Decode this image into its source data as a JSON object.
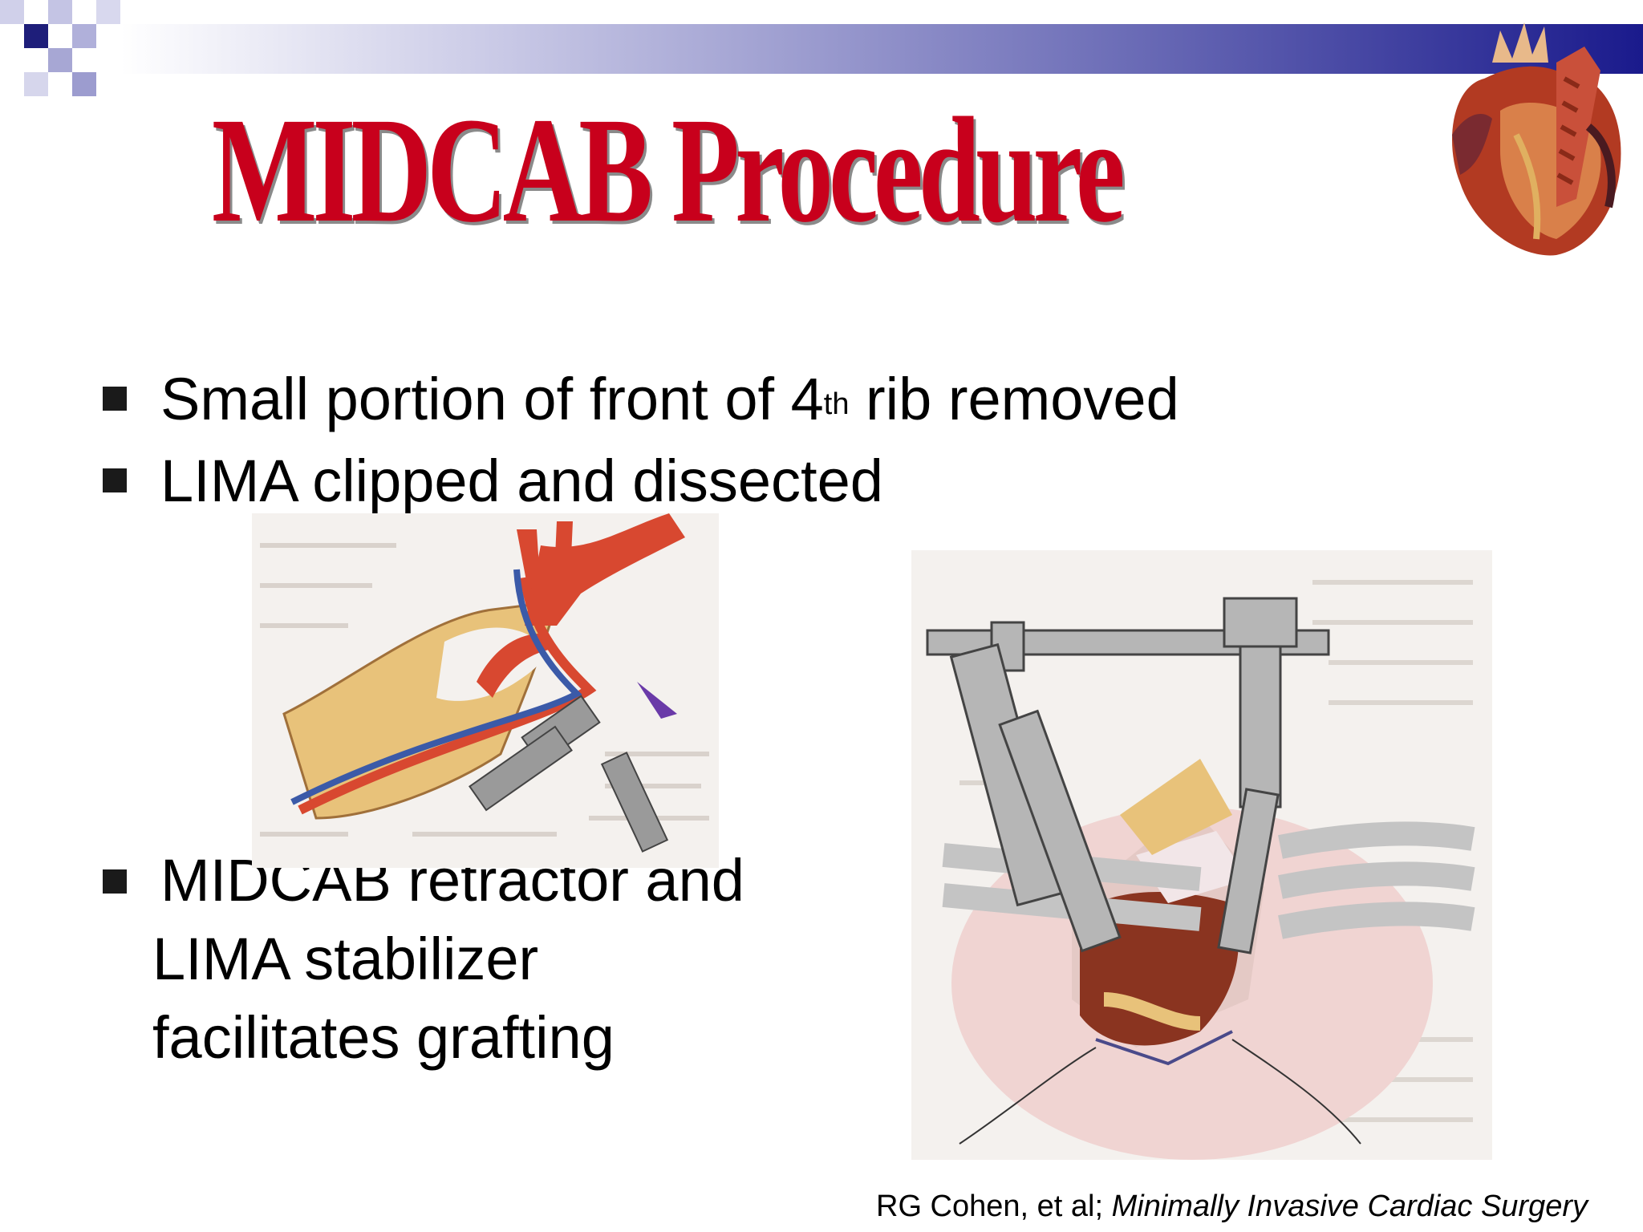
{
  "slide": {
    "title": "MIDCAB Procedure",
    "bullets": [
      {
        "text_before": "Small portion of front of 4",
        "superscript": "th",
        "text_after": " rib removed"
      },
      {
        "text": "LIMA clipped and dissected"
      }
    ],
    "bullet3": {
      "line1": "MIDCAB retractor and",
      "line2": "LIMA stabilizer",
      "line3": "facilitates grafting"
    },
    "citation": {
      "authors": "RG Cohen, et al; ",
      "source": "Minimally Invasive Cardiac Surgery"
    }
  },
  "colors": {
    "title_red": "#c8001c",
    "band_dark": "#1a1a8c",
    "square_navy": "#1e1e7a"
  },
  "icons": [
    "heart-illustration",
    "lima-dissection-illustration",
    "retractor-stabilizer-illustration"
  ]
}
